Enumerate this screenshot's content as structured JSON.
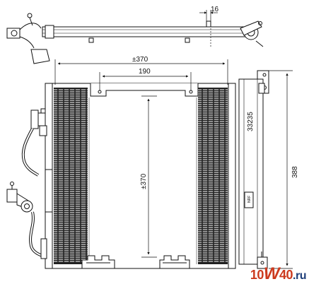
{
  "dimensions": {
    "top_width": "±370",
    "tank_spacing": "190",
    "core_height": "±370",
    "overall_height": "388",
    "side_depth": "16",
    "part_code": "33235"
  },
  "label_plate": "NRF",
  "watermark": {
    "prefix": "10",
    "big": "W",
    "suffix": "40",
    "domain": ".ru"
  },
  "colors": {
    "line": "#111111",
    "fin": "#1a1a1a",
    "watermark_red": "#cc3a1e",
    "watermark_blue": "#1f3f7a"
  }
}
